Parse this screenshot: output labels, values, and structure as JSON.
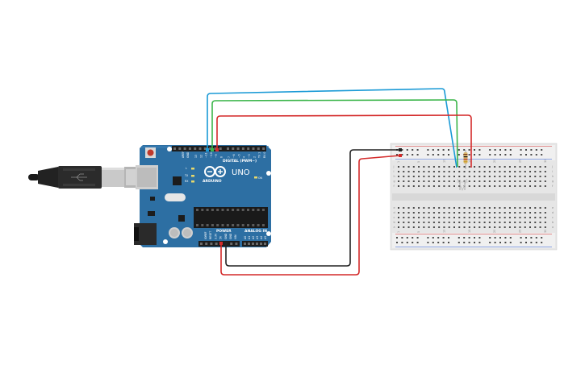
{
  "board": {
    "brand": "ARDUINO",
    "model": "UNO",
    "digital_label": "DIGITAL (PWM~)",
    "power_label": "POWER",
    "analog_label": "ANALOG IN",
    "on_label": "ON",
    "tx_label": "TX",
    "rx_label": "RX",
    "l_label": "L",
    "aref_label": "AREF",
    "gnd_label": "GND",
    "ioref_label": "IOREF",
    "reset_label": "RESET",
    "v33_label": "3.3V",
    "v5_label": "5V",
    "vin_label": "VIN",
    "pin_numbers": [
      "13",
      "12",
      "~11",
      "~10",
      "~9",
      "8",
      "7",
      "~6",
      "~5",
      "4",
      "~3",
      "2",
      "TX 1",
      "RX 0"
    ],
    "analog_pins": [
      "A0",
      "A1",
      "A2",
      "A3",
      "A4",
      "A5"
    ],
    "color": "#2d6fa3"
  },
  "breadboard": {
    "column_numbers": [
      "1",
      "5",
      "10",
      "15",
      "20",
      "25",
      "30"
    ],
    "row_letters_top": [
      "j",
      "i",
      "h",
      "g",
      "f"
    ],
    "row_letters_bottom": [
      "e",
      "d",
      "c",
      "b",
      "a"
    ]
  },
  "wires": {
    "blue": "#1a9ad6",
    "green": "#3bb54a",
    "red": "#d42a2a",
    "black": "#222222"
  },
  "icons": {
    "usb": "usb-cable-icon",
    "led": "led-icon",
    "resistor": "resistor-icon"
  }
}
